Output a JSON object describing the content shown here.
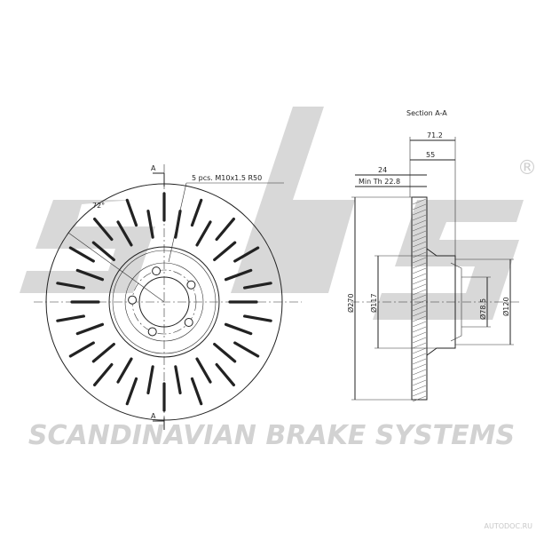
{
  "brand": {
    "logo_text": "sbs",
    "registered_mark": "®",
    "tagline": "SCANDINAVIAN BRAKE SYSTEMS",
    "watermark": "AUTODOC.RU",
    "logo_color": "#d8d8d8"
  },
  "front_view": {
    "section_marker_top": "A",
    "section_marker_bottom": "A",
    "angle_label": "72°",
    "bolt_callout": "5 pcs. M10x1.5 R50",
    "bolt_count": 5,
    "vent_slot_count": 36
  },
  "section_view": {
    "title": "Section A-A",
    "dim_overall_width": "71.2",
    "dim_hat_height": "55",
    "dim_thickness": "24",
    "dim_min_thickness": "Min Th 22.8",
    "dim_outer_diameter": "Ø270",
    "dim_hat_diameter": "Ø117",
    "dim_center_bore": "Ø78.5",
    "dim_pitch_diameter": "Ø120"
  }
}
